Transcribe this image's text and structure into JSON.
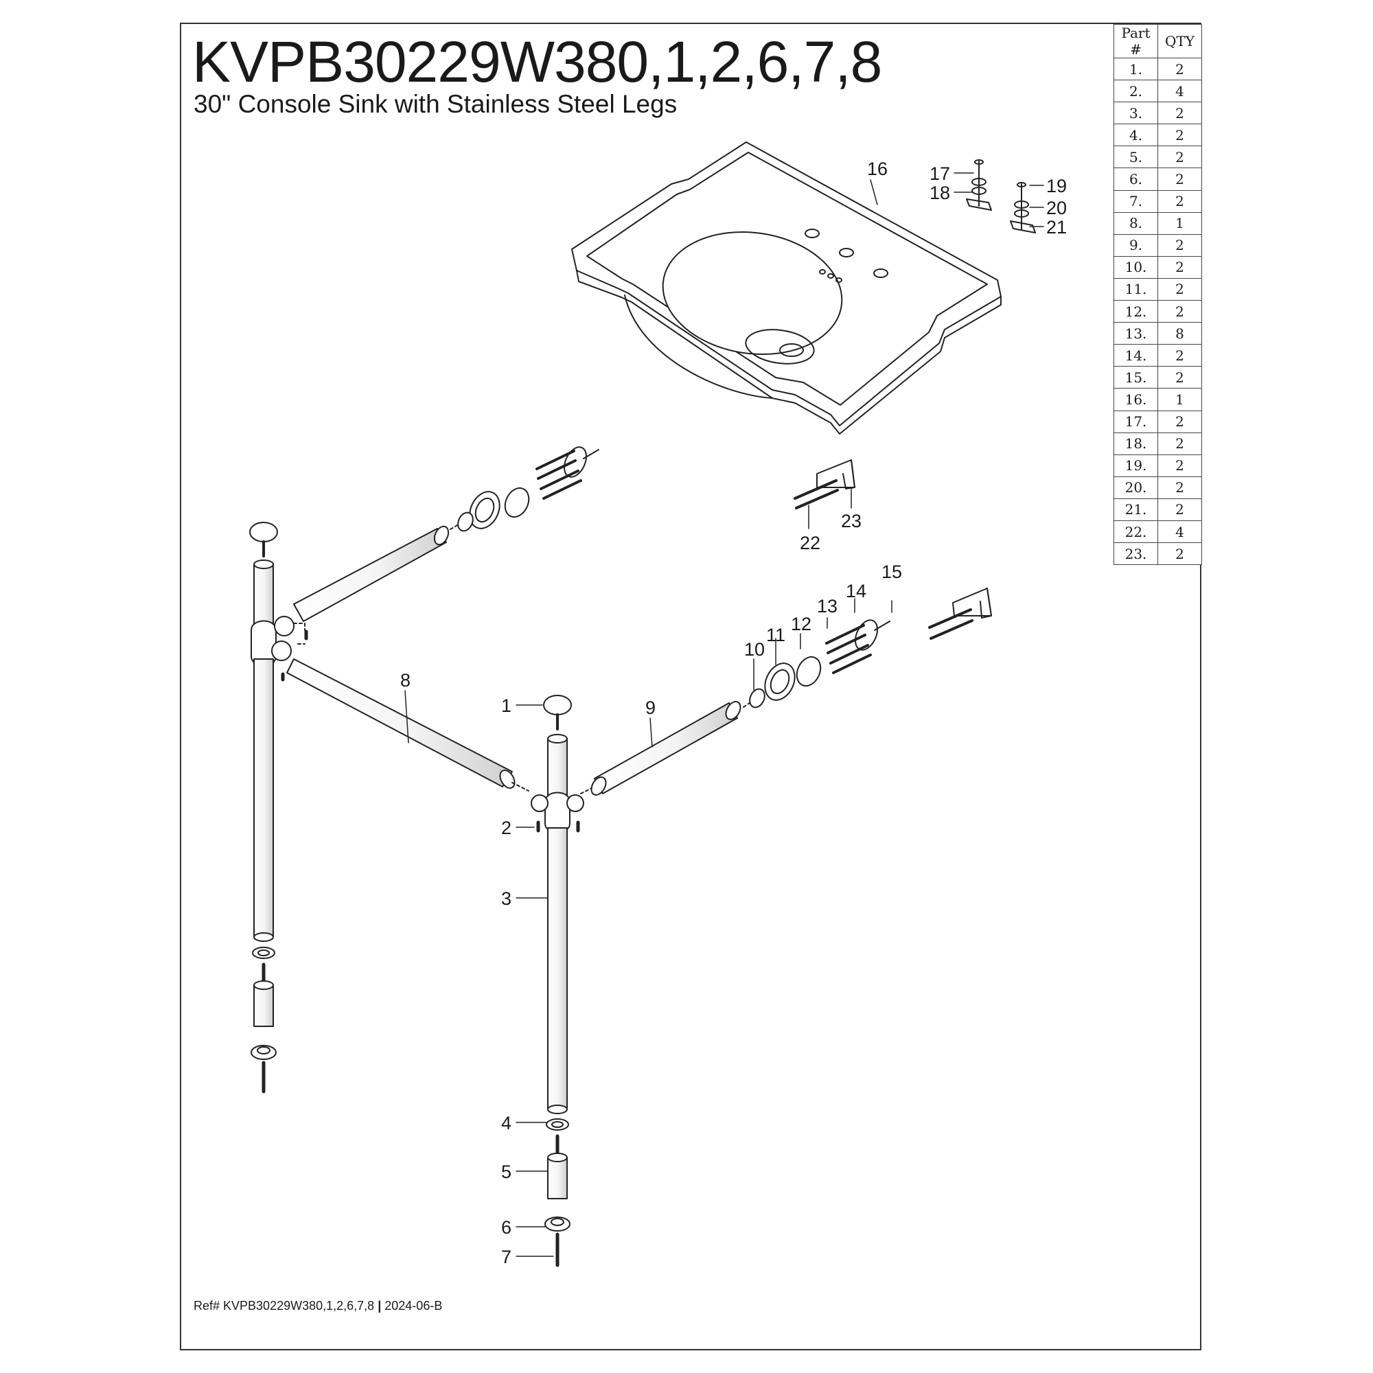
{
  "title": "KVPB30229W380,1,2,6,7,8",
  "subtitle": "30\" Console Sink with Stainless Steel Legs",
  "ref": {
    "label": "Ref# KVPB30229W380,1,2,6,7,8",
    "separator": "|",
    "date": "2024-06-B"
  },
  "table": {
    "headers": [
      "Part #",
      "QTY"
    ],
    "rows": [
      {
        "part": "1.",
        "qty": "2"
      },
      {
        "part": "2.",
        "qty": "4"
      },
      {
        "part": "3.",
        "qty": "2"
      },
      {
        "part": "4.",
        "qty": "2"
      },
      {
        "part": "5.",
        "qty": "2"
      },
      {
        "part": "6.",
        "qty": "2"
      },
      {
        "part": "7.",
        "qty": "2"
      },
      {
        "part": "8.",
        "qty": "1"
      },
      {
        "part": "9.",
        "qty": "2"
      },
      {
        "part": "10.",
        "qty": "2"
      },
      {
        "part": "11.",
        "qty": "2"
      },
      {
        "part": "12.",
        "qty": "2"
      },
      {
        "part": "13.",
        "qty": "8"
      },
      {
        "part": "14.",
        "qty": "2"
      },
      {
        "part": "15.",
        "qty": "2"
      },
      {
        "part": "16.",
        "qty": "1"
      },
      {
        "part": "17.",
        "qty": "2"
      },
      {
        "part": "18.",
        "qty": "2"
      },
      {
        "part": "19.",
        "qty": "2"
      },
      {
        "part": "20.",
        "qty": "2"
      },
      {
        "part": "21.",
        "qty": "2"
      },
      {
        "part": "22.",
        "qty": "4"
      },
      {
        "part": "23.",
        "qty": "2"
      }
    ]
  },
  "callouts": {
    "c1": "1",
    "c2": "2",
    "c3": "3",
    "c4": "4",
    "c5": "5",
    "c6": "6",
    "c7": "7",
    "c8": "8",
    "c9": "9",
    "c10": "10",
    "c11": "11",
    "c12": "12",
    "c13": "13",
    "c14": "14",
    "c15": "15",
    "c16": "16",
    "c17": "17",
    "c18": "18",
    "c19": "19",
    "c20": "20",
    "c21": "21",
    "c22": "22",
    "c23": "23"
  }
}
